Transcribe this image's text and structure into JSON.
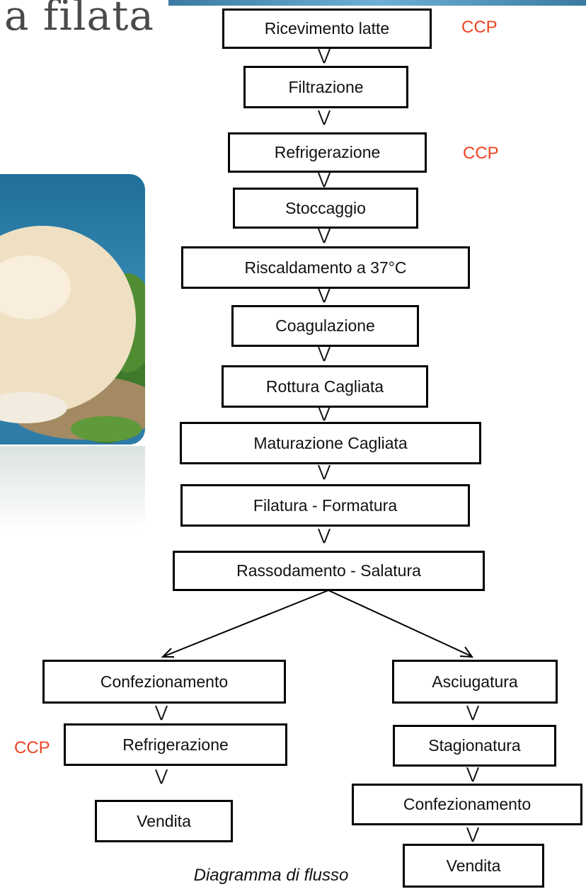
{
  "title": "a filata",
  "caption": "Diagramma di flusso",
  "ccp_label": "CCP",
  "arrow_glyph": "⋁",
  "flow": {
    "main": [
      "Ricevimento latte",
      "Filtrazione",
      "Refrigerazione",
      "Stoccaggio",
      "Riscaldamento a 37°C",
      "Coagulazione",
      "Rottura Cagliata",
      "Maturazione Cagliata",
      "Filatura - Formatura",
      "Rassodamento - Salatura"
    ],
    "left_branch": [
      "Confezionamento",
      "Refrigerazione",
      "Vendita"
    ],
    "right_branch": [
      "Asciugatura",
      "Stagionatura",
      "Confezionamento",
      "Vendita"
    ]
  },
  "colors": {
    "ccp": "#ee4422",
    "banner": "#3a7aa3"
  }
}
